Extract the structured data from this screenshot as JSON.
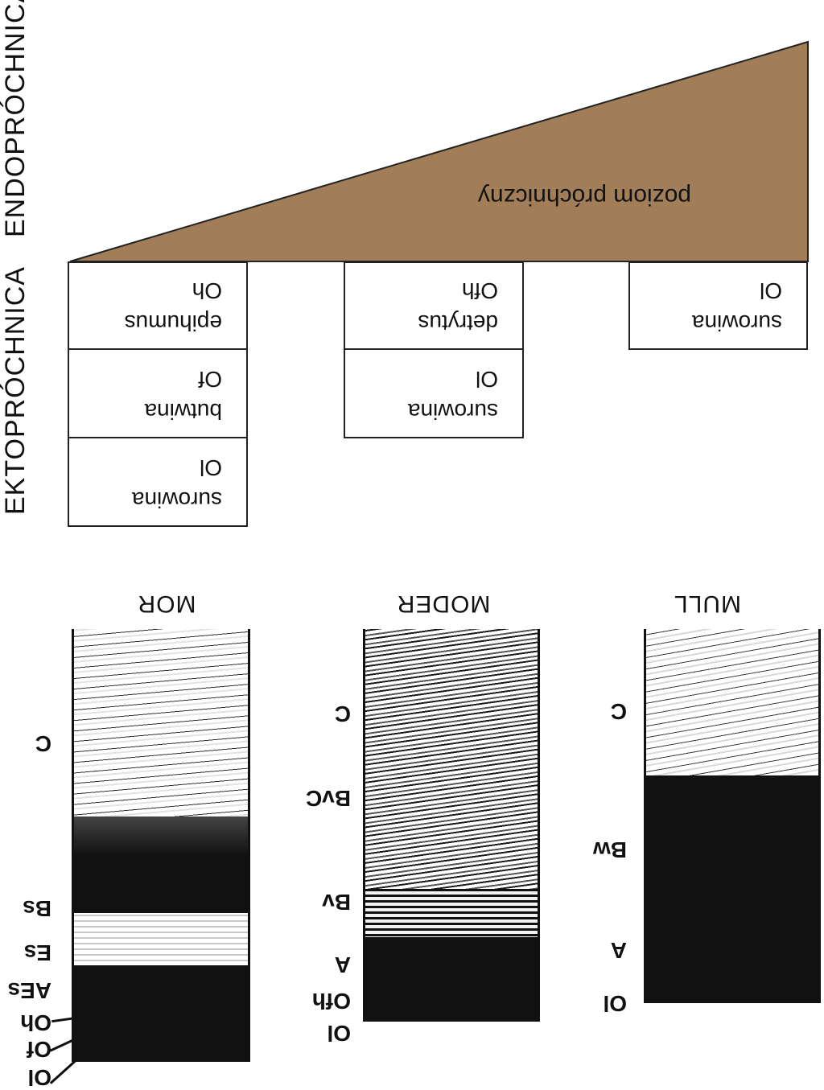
{
  "axis_labels": {
    "endo": "ENDOPRÓCHNICA",
    "ekto": "EKTOPRÓCHNICA"
  },
  "wedge": {
    "label": "poziom próchniczny",
    "color": "#a17e57"
  },
  "boxes": {
    "mor": [
      {
        "name": "epihumus",
        "code": "Oh"
      },
      {
        "name": "butwina",
        "code": "Of"
      },
      {
        "name": "surowina",
        "code": "Ol"
      }
    ],
    "moder": [
      {
        "name": "detrytus",
        "code": "Ofh"
      },
      {
        "name": "surowina",
        "code": "Ol"
      }
    ],
    "mull": [
      {
        "name": "surowina",
        "code": "Ol"
      }
    ]
  },
  "profiles": {
    "mor": {
      "title": "MOR",
      "horizons": [
        "C",
        "Bs",
        "Es",
        "AEs",
        "Oh",
        "Of",
        "Ol"
      ]
    },
    "moder": {
      "title": "MODER",
      "horizons": [
        "C",
        "BvC",
        "Bv",
        "A",
        "Ofh",
        "Ol"
      ]
    },
    "mull": {
      "title": "MULL",
      "horizons": [
        "C",
        "Bw",
        "A",
        "Ol"
      ]
    }
  }
}
